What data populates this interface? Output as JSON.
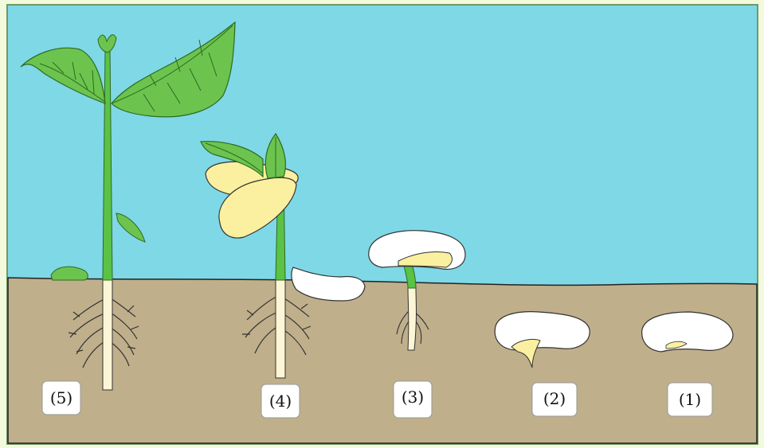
{
  "stages": [
    {
      "id": "stage-5",
      "label": "(5)"
    },
    {
      "id": "stage-4",
      "label": "(4)"
    },
    {
      "id": "stage-3",
      "label": "(3)"
    },
    {
      "id": "stage-2",
      "label": "(2)"
    },
    {
      "id": "stage-1",
      "label": "(1)"
    }
  ],
  "colors": {
    "sky": "#7fd8e6",
    "soil": "#bfaf8b",
    "stem": "#5bc245",
    "leaf": "#6cc44e",
    "cotyledon": "#fbf0a0",
    "seed_coat": "#ffffff",
    "root": "#fdf6d6",
    "page_bg": "#f3f9dc",
    "frame_border": "#7fb07a"
  }
}
